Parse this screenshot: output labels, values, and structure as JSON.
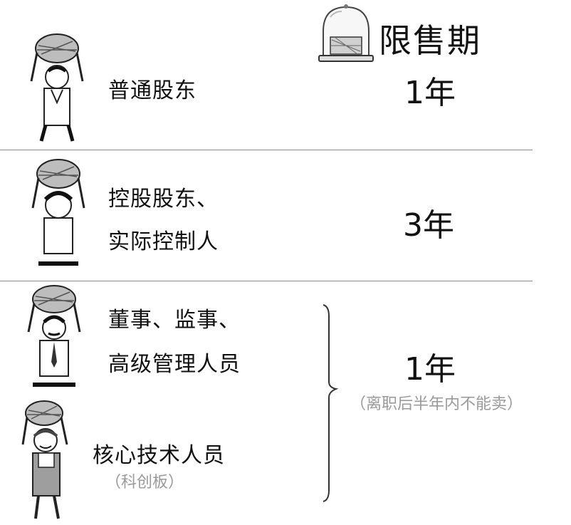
{
  "header": {
    "title": "限售期"
  },
  "rows": [
    {
      "label_lines": [
        "普通股东"
      ],
      "period": "1年"
    },
    {
      "label_lines": [
        "控股股东、",
        "实际控制人"
      ],
      "period": "3年"
    },
    {
      "label_lines": [
        "董事、监事、",
        "高级管理人员"
      ]
    },
    {
      "label_lines": [
        "核心技术人员"
      ],
      "note": "（科创板）"
    }
  ],
  "grouped": {
    "period": "1年",
    "note": "（离职后半年内不能卖）"
  },
  "icons": {
    "header": "glass-dome-money-icon",
    "figures": [
      "person-carrying-money-basket-icon",
      "person-carrying-money-basket-icon",
      "person-carrying-money-basket-icon",
      "person-carrying-money-basket-icon"
    ]
  }
}
